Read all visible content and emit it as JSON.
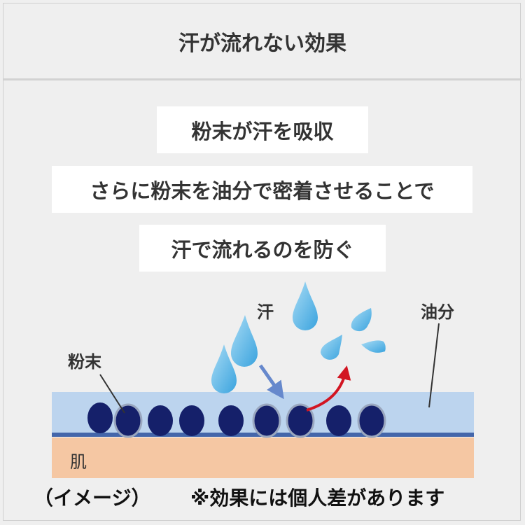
{
  "header": {
    "title": "汗が流れない効果"
  },
  "boxes": {
    "line1": "粉末が汗を吸収",
    "line2": "さらに粉末を油分で密着させることで",
    "line3": "汗で流れるのを防ぐ"
  },
  "diagram": {
    "sweat_label": "汗",
    "oil_label": "油分",
    "powder_label": "粉末",
    "skin_label": "肌"
  },
  "footer": {
    "image_note": "（イメージ）",
    "disclaimer": "※効果には個人差があります"
  },
  "colors": {
    "oil_layer": "#bcd4ee",
    "powder": "#15206a",
    "skin": "#f5c7a3",
    "sweat_drop": "#5bb6e4",
    "absorb_arrow": "#6688cc",
    "repel_arrow": "#d21522"
  }
}
